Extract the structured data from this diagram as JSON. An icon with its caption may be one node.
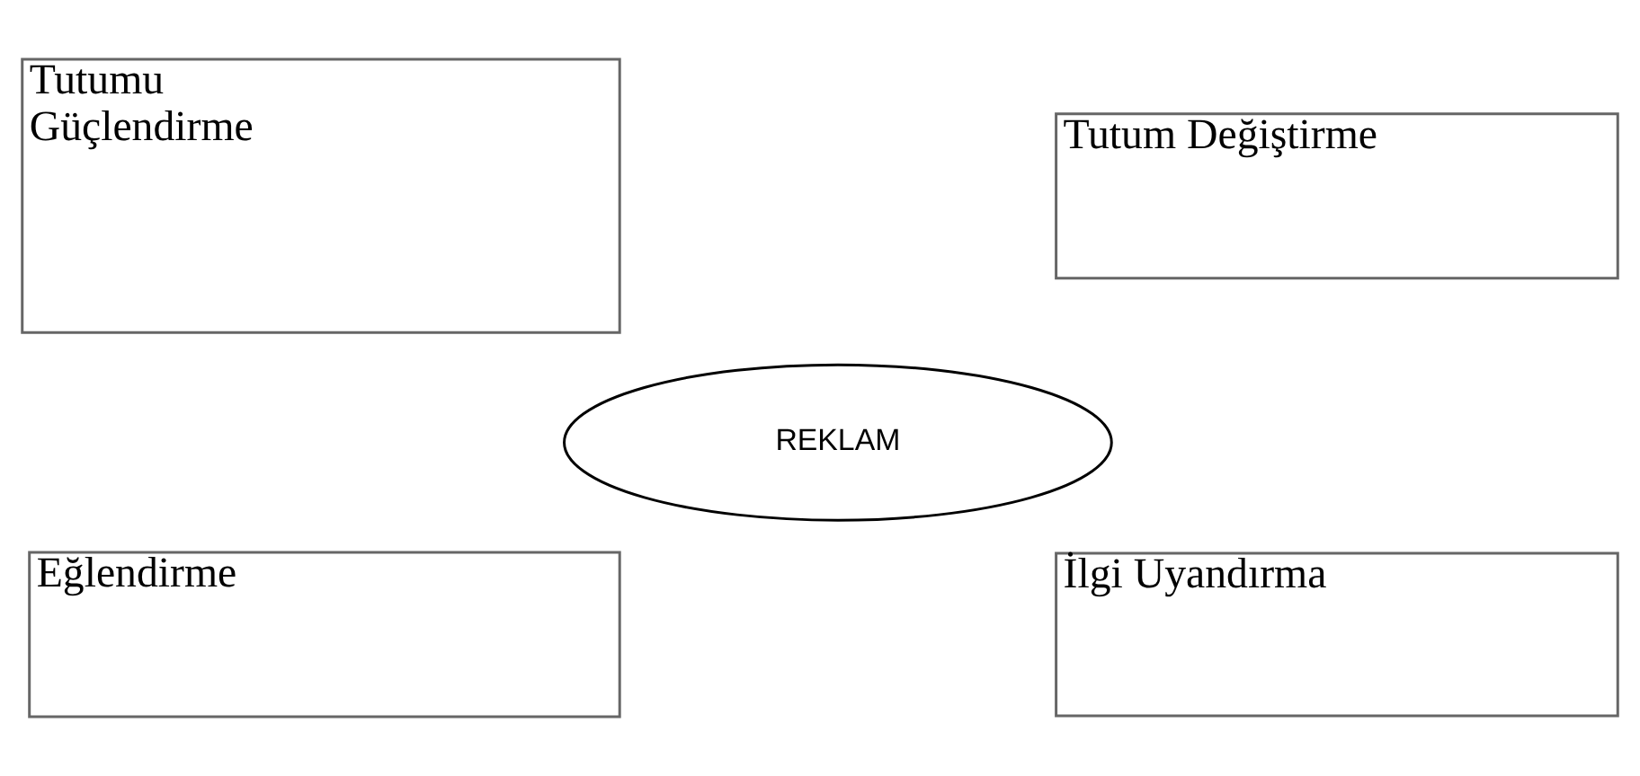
{
  "diagram": {
    "nodes": [
      {
        "text": [
          "Tutumu Güçlendirme"
        ]
      },
      {
        "text": [
          "Tutum Değiştirme"
        ]
      },
      {
        "text": [
          "REKLAM"
        ]
      },
      {
        "text": [
          "Eğlendirme"
        ]
      },
      {
        "text": [
          "İlgi Uyandırma"
        ]
      }
    ]
  }
}
